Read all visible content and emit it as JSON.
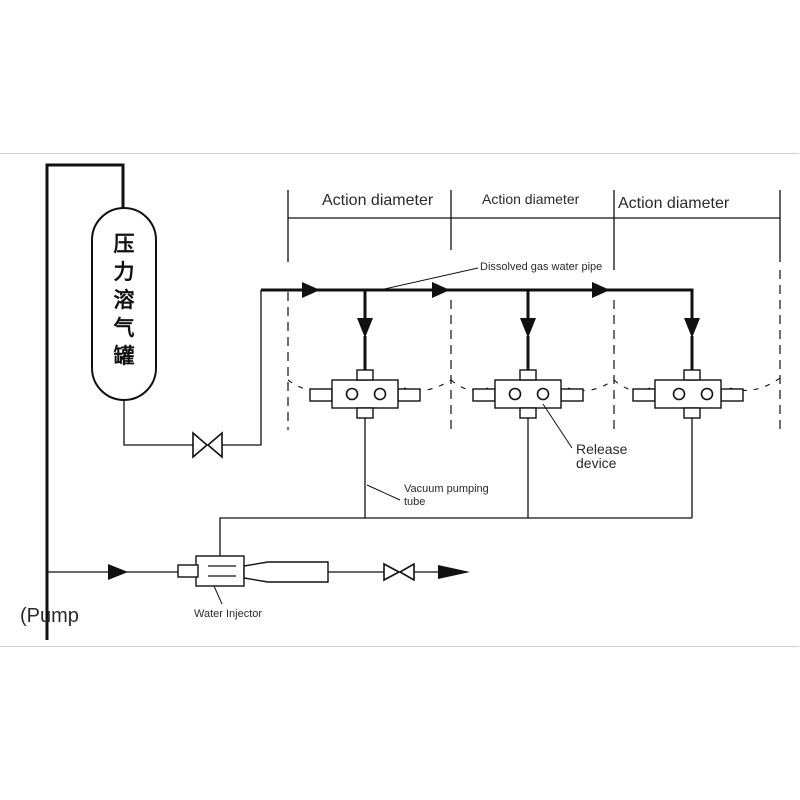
{
  "tank": {
    "label_chars": [
      "压",
      "力",
      "溶",
      "气",
      "罐"
    ]
  },
  "labels": {
    "action_diameter_1": "Action diameter",
    "action_diameter_2": "Action diameter",
    "action_diameter_3": "Action diameter",
    "dissolved_gas_water_pipe": "Dissolved gas water pipe",
    "release_device_line1": "Release",
    "release_device_line2": "device",
    "vacuum_pumping_tube_line1": "Vacuum pumping",
    "vacuum_pumping_tube_line2": "tube",
    "water_injector": "Water Injector",
    "pump": "(Pump"
  }
}
